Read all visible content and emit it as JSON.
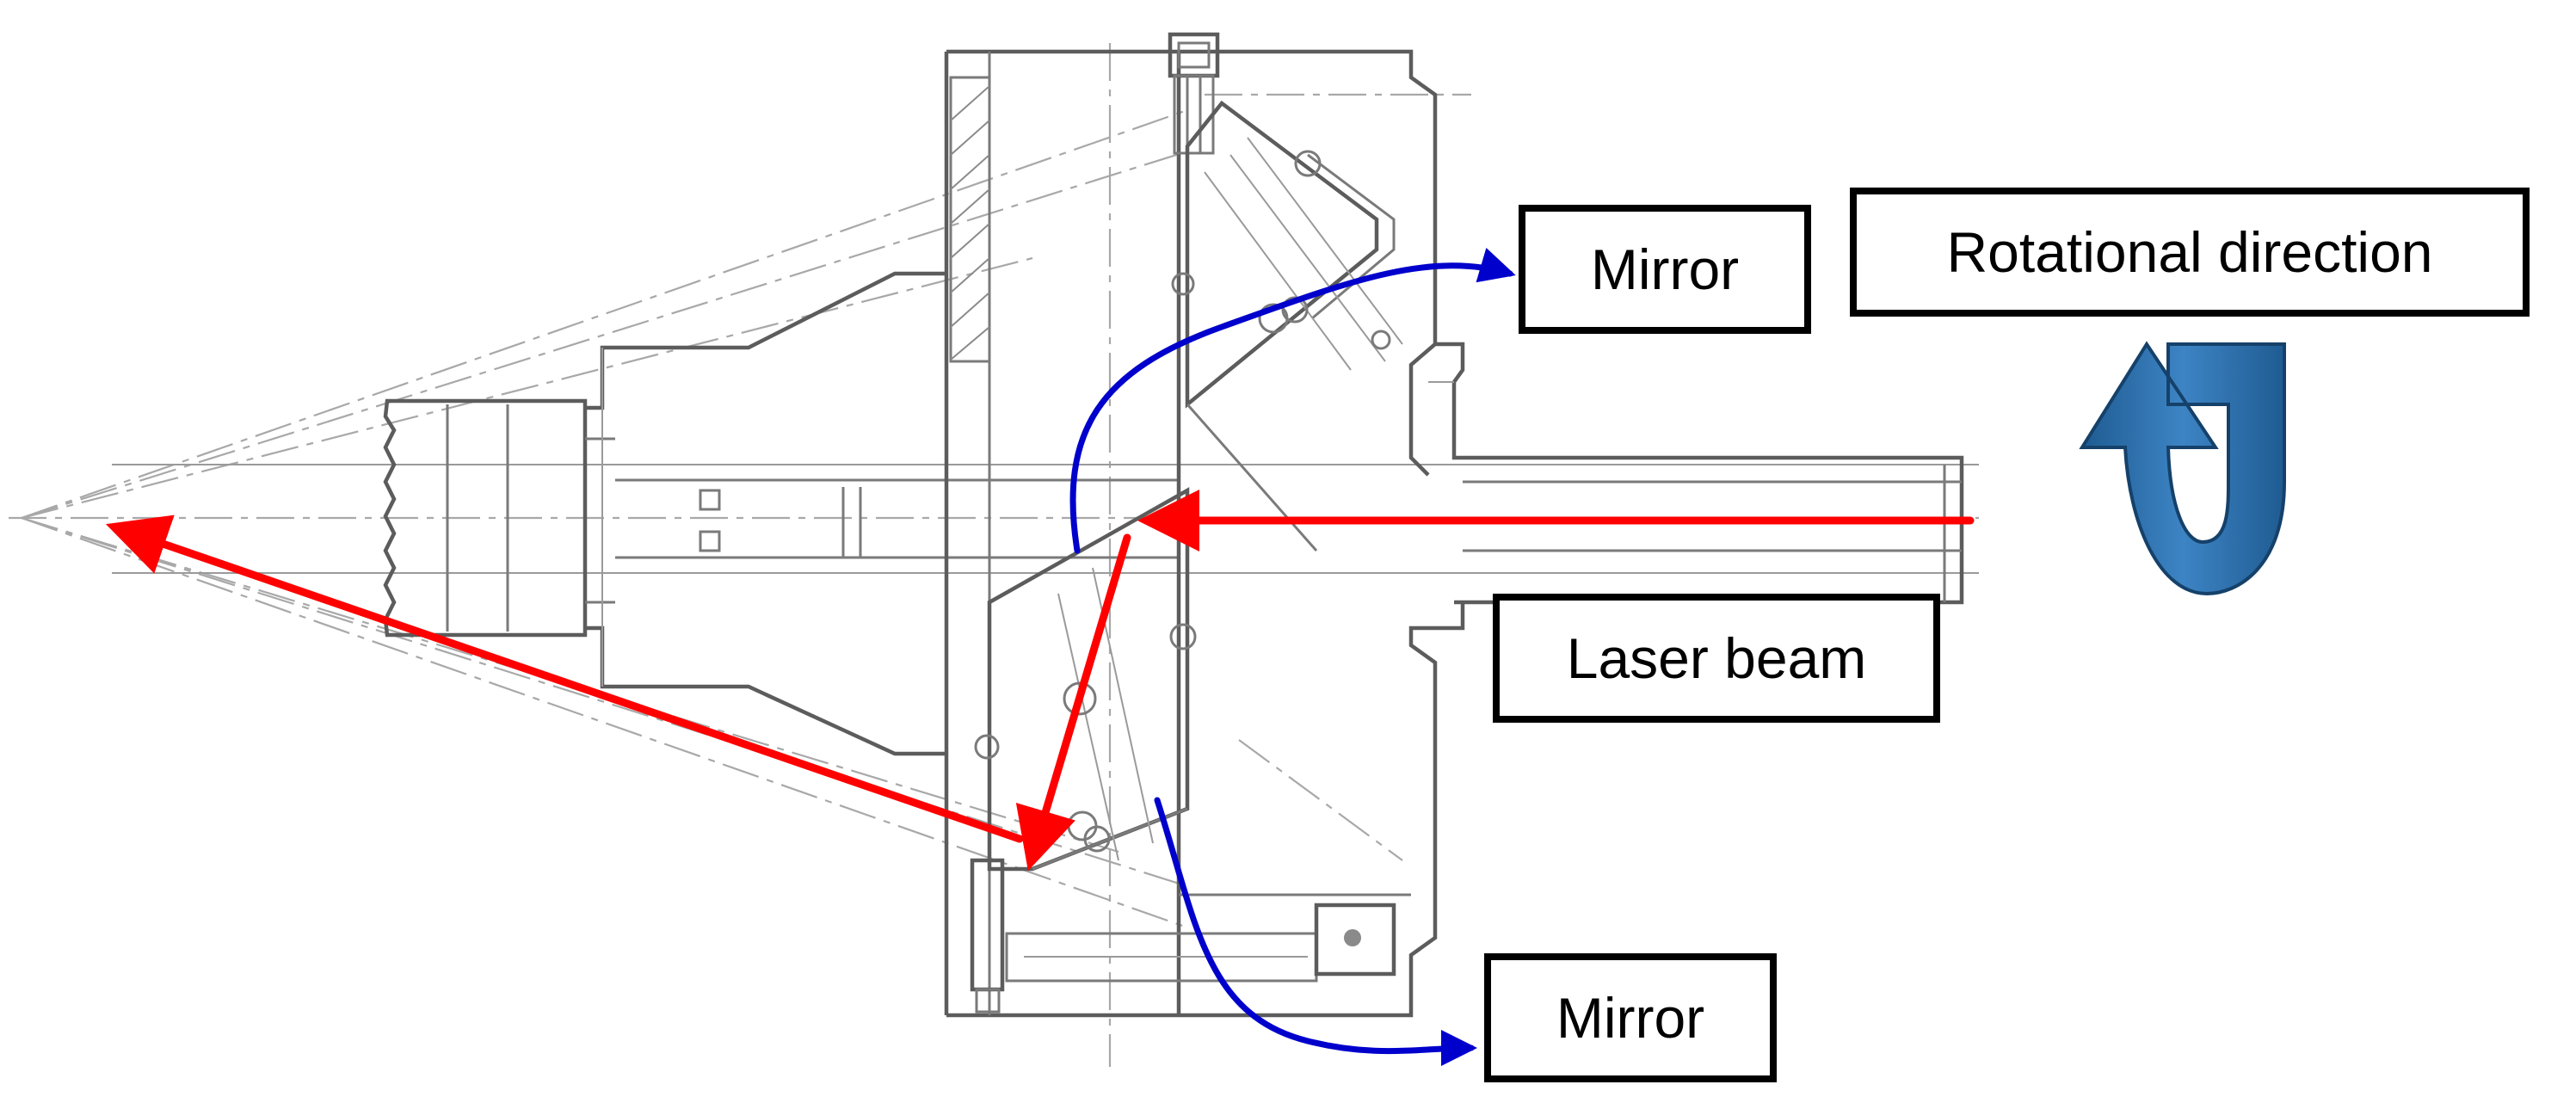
{
  "labels": {
    "mirror_top": "Mirror",
    "rotational_direction": "Rotational direction",
    "laser_beam": "Laser beam",
    "mirror_bottom": "Mirror"
  },
  "colors": {
    "laser": "#ff0000",
    "mirror_arrow": "#0000cc",
    "rotation_arrow": "#2e6fa8",
    "drawing_lines": "#7a7a7a"
  },
  "icons": {
    "rotation": "curved-rotation-arrow-icon"
  }
}
